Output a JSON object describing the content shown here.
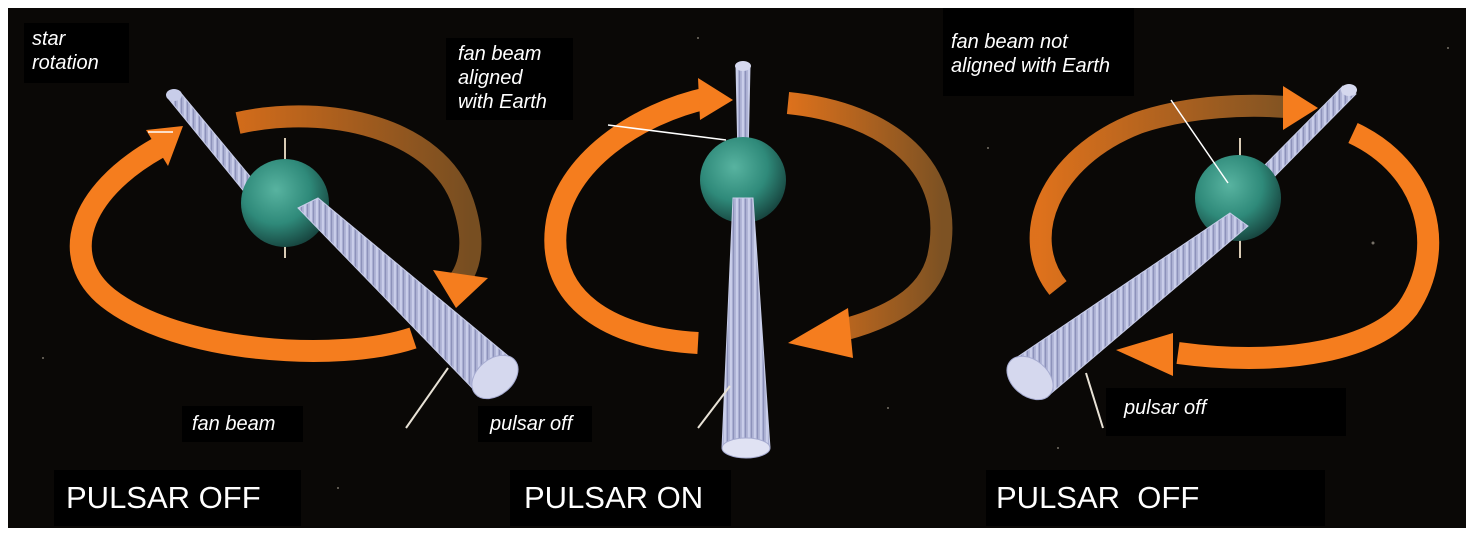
{
  "panels": [
    {
      "state_label": "PULSAR OFF",
      "annotations": [
        "star rotation",
        "fan beam"
      ]
    },
    {
      "state_label": "PULSAR ON",
      "annotations": [
        "fan beam aligned with Earth",
        "pulsar off"
      ]
    },
    {
      "state_label": "PULSAR  OFF",
      "annotations": [
        "fan beam not aligned with Earth",
        "pulsar off"
      ]
    }
  ],
  "labels": {
    "star_rotation_line1": "star",
    "star_rotation_line2": "rotation",
    "fan_beam": "fan beam",
    "aligned_line1": "fan beam",
    "aligned_line2": "aligned",
    "aligned_line3": "with Earth",
    "pulsar_off_center": "pulsar off",
    "not_aligned_line1": "fan beam not",
    "not_aligned_line2": "aligned with Earth",
    "pulsar_off_right": "pulsar off"
  },
  "colors": {
    "background": "#0a0806",
    "rotation_arrow": "#f57d1e",
    "star": "#2f8a7a",
    "beam": "#b9bedf",
    "label_box": "#000000",
    "label_text": "#ffffff"
  }
}
